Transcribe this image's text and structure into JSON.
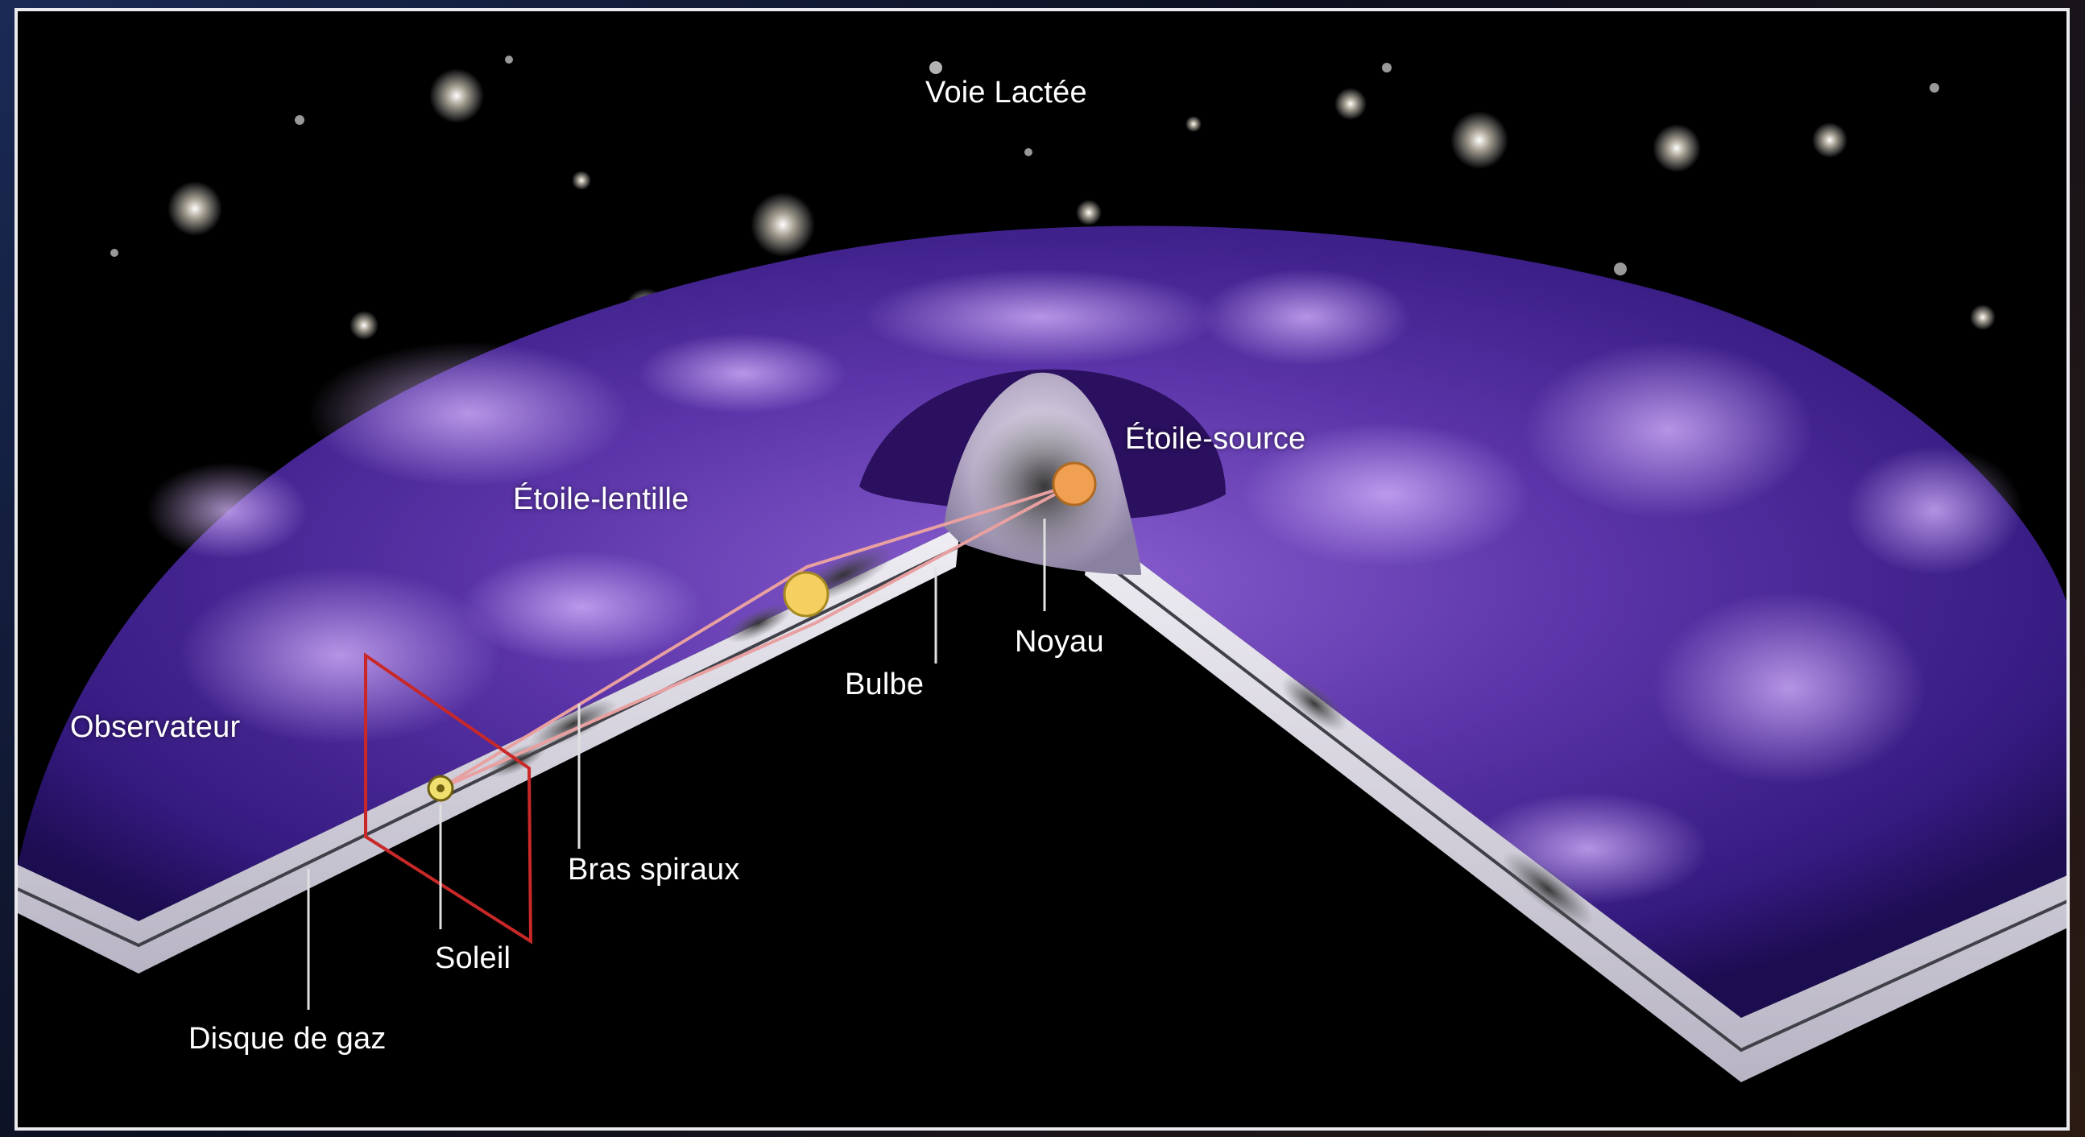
{
  "diagram": {
    "title": "Voie Lactée",
    "labels": {
      "source_star": "Étoile-source",
      "lens_star": "Étoile-lentille",
      "observer": "Observateur",
      "nucleus": "Noyau",
      "bulge": "Bulbe",
      "spiral_arms": "Bras spiraux",
      "sun": "Soleil",
      "gas_disk": "Disque de gaz"
    },
    "colors": {
      "disk": "#4a2a9a",
      "disk_glow": "#b48ae8",
      "source_star": "#f0a050",
      "lens_star": "#f5d060",
      "sun": "#f0e070",
      "light_rays": "#e8a0a0",
      "view_frame": "#d03030"
    }
  }
}
